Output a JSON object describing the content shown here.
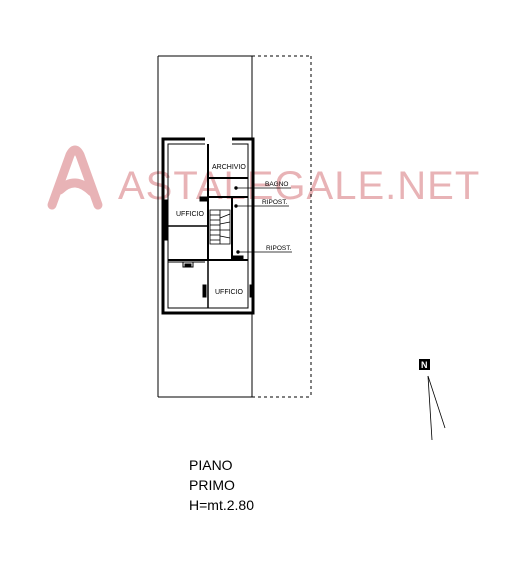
{
  "watermark": {
    "text": "ASTALEGALE.NET"
  },
  "rooms": {
    "archivio": "ARCHIVIO",
    "bagno": "BAGNO",
    "ripost_upper": "RIPOST.",
    "ufficio_left": "UFFICIO",
    "ripost_lower": "RIPOST.",
    "ufficio_right": "UFFICIO"
  },
  "north": {
    "letter": "N"
  },
  "caption": {
    "line1": "PIANO",
    "line2": "PRIMO",
    "line3": "H=mt.2.80"
  },
  "colors": {
    "line": "#000000",
    "watermark": "#e8b3b6"
  }
}
